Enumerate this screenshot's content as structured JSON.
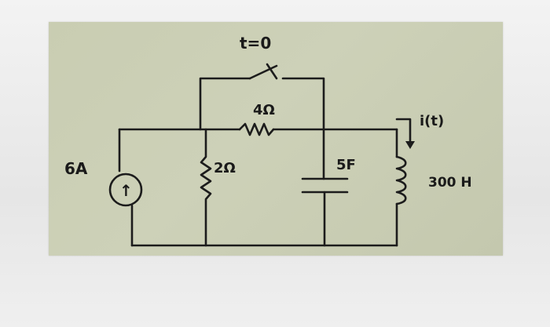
{
  "labels": {
    "switch_time": "t=0",
    "r_top": "4Ω",
    "current_source": "6A",
    "source_symbol": "↑",
    "r_left": "2Ω",
    "capacitor": "5F",
    "current_label": "i(t)",
    "inductor": "300 H"
  }
}
